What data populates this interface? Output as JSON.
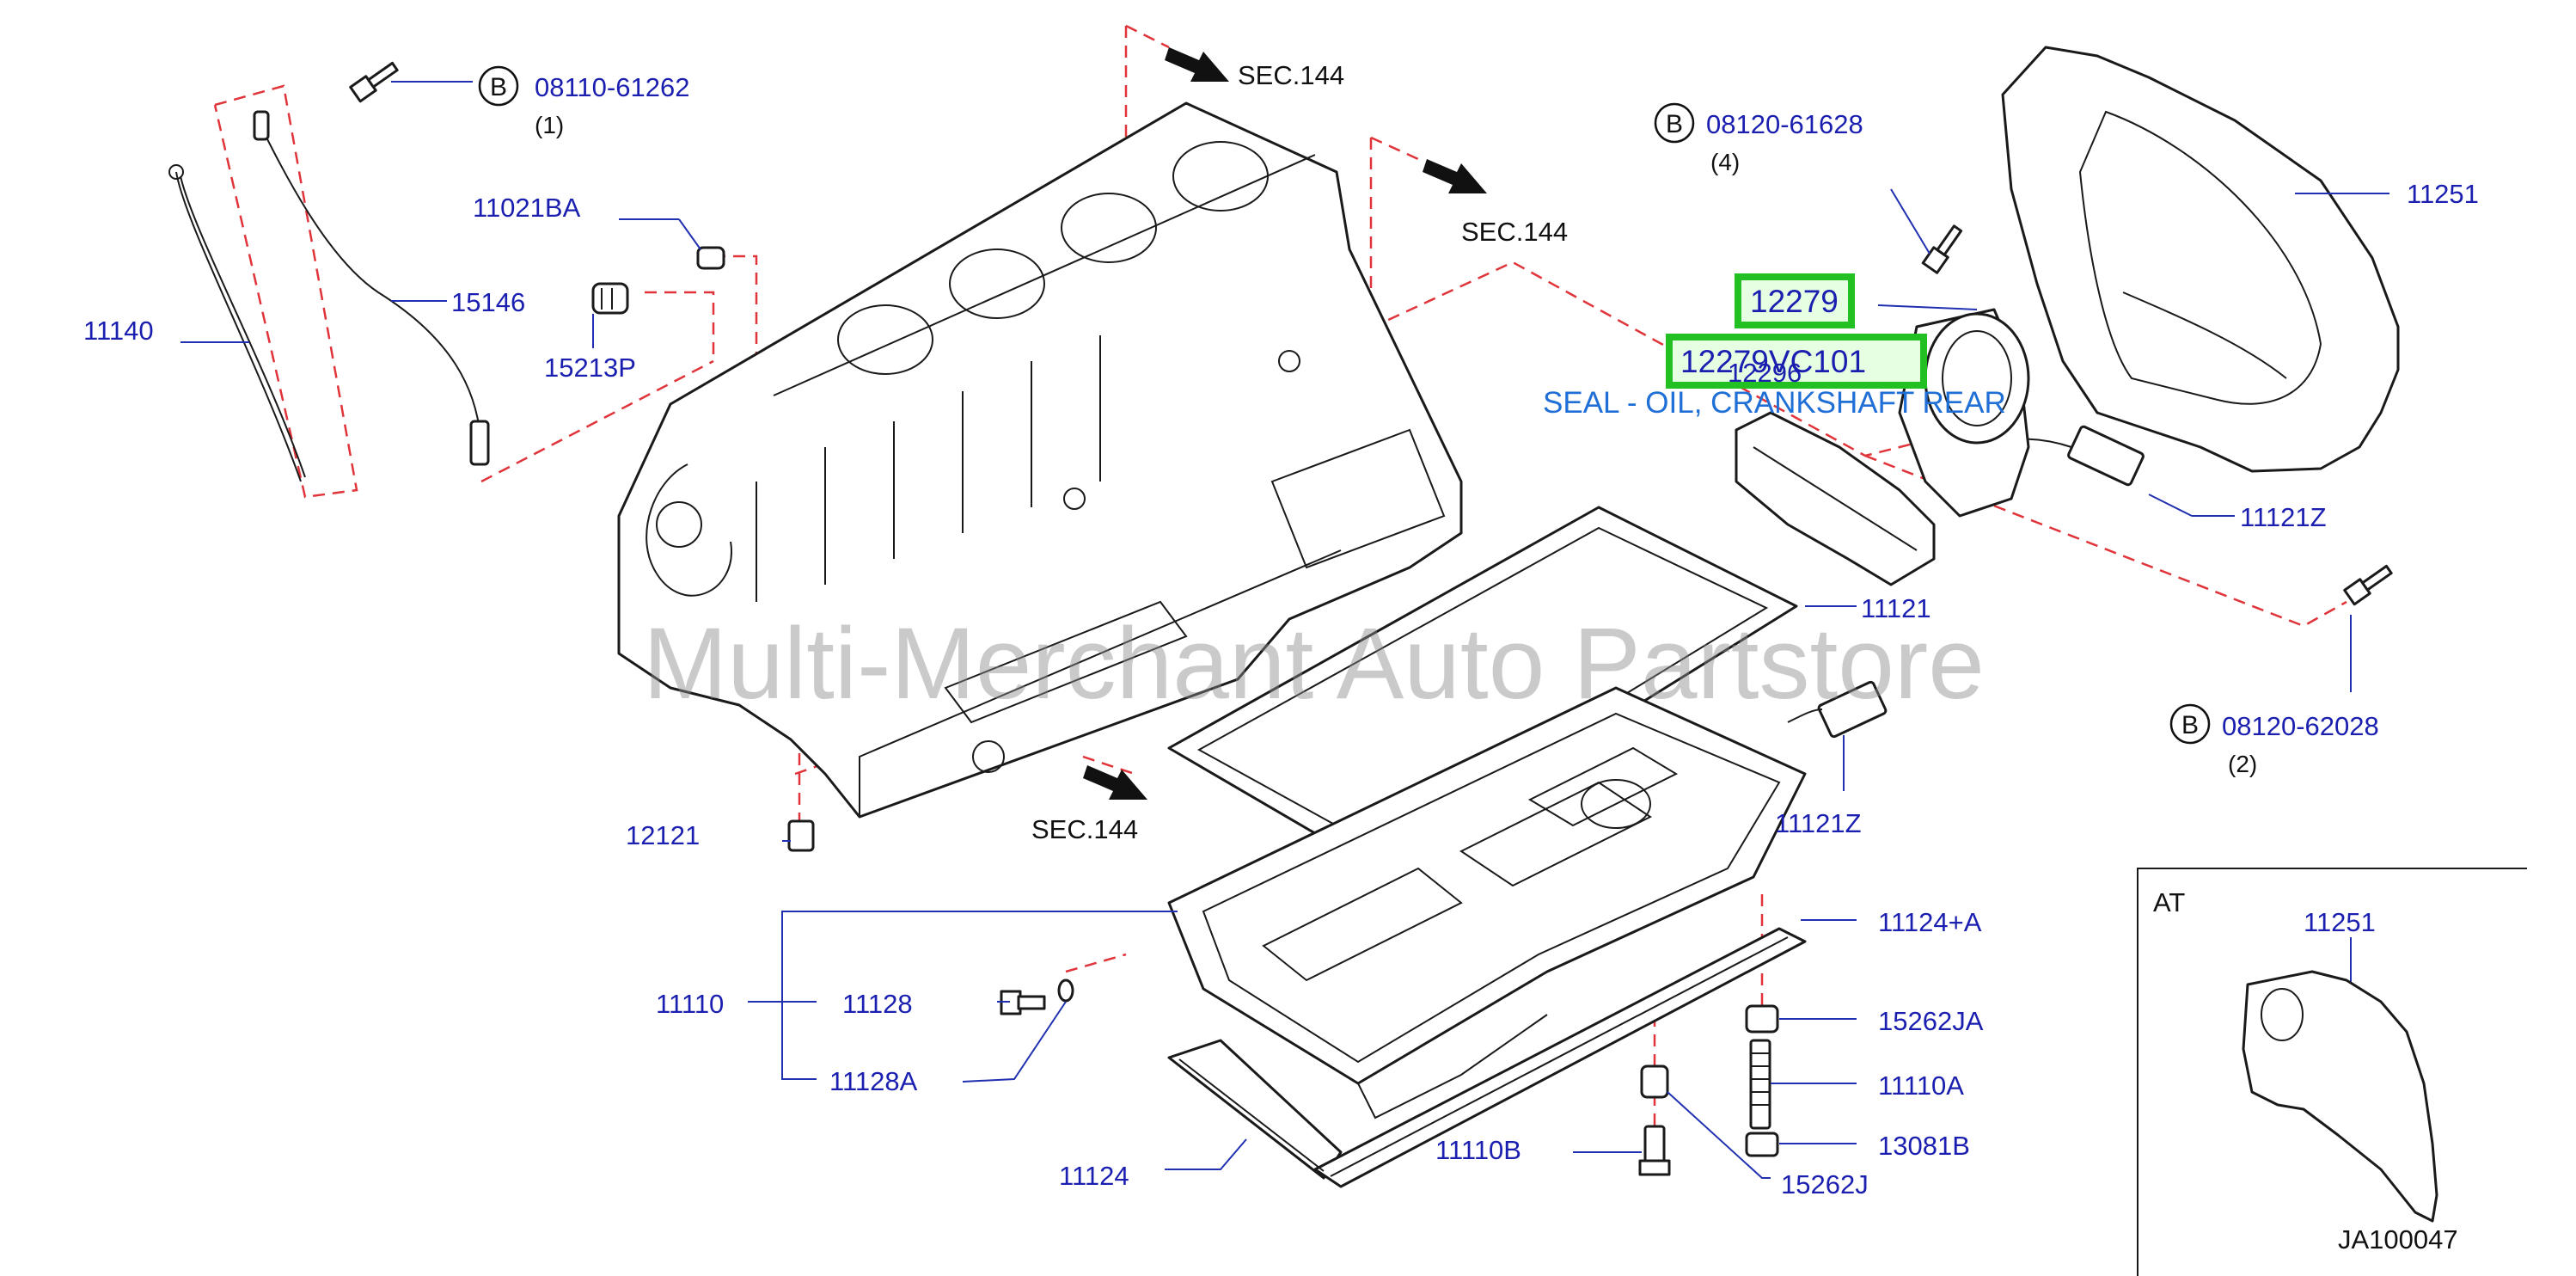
{
  "labels": {
    "sec_top": "SEC.144",
    "sec_mid": "SEC.144",
    "sec_bottom": "SEC.144",
    "bolt_b1": "08110-61262",
    "bolt_b1_qty": "(1)",
    "bolt_b2": "08120-61628",
    "bolt_b2_qty": "(4)",
    "bolt_b3": "08120-62028",
    "bolt_b3_qty": "(2)",
    "b_marker": "B",
    "p11021BA": "11021BA",
    "p15146": "15146",
    "p11140": "11140",
    "p15213P": "15213P",
    "p11251": "11251",
    "p12279": "12279",
    "p12279VC101": "12279VC101",
    "p12296": "12296",
    "seal_desc": "SEAL - OIL, CRANKSHAFT REAR",
    "p11121Z_a": "11121Z",
    "p11121": "11121",
    "p11121Z_b": "11121Z",
    "p12121": "12121",
    "p11124A": "11124+A",
    "p11110": "11110",
    "p11128": "11128",
    "p11128A": "11128A",
    "p15262JA": "15262JA",
    "p11110A": "11110A",
    "p13081B": "13081B",
    "p11110B": "11110B",
    "p11124": "11124",
    "p15262J": "15262J",
    "inset_title": "AT",
    "inset_part": "11251",
    "diagram_code": "JA100047",
    "watermark": "Multi-Merchant Auto Partstore"
  }
}
